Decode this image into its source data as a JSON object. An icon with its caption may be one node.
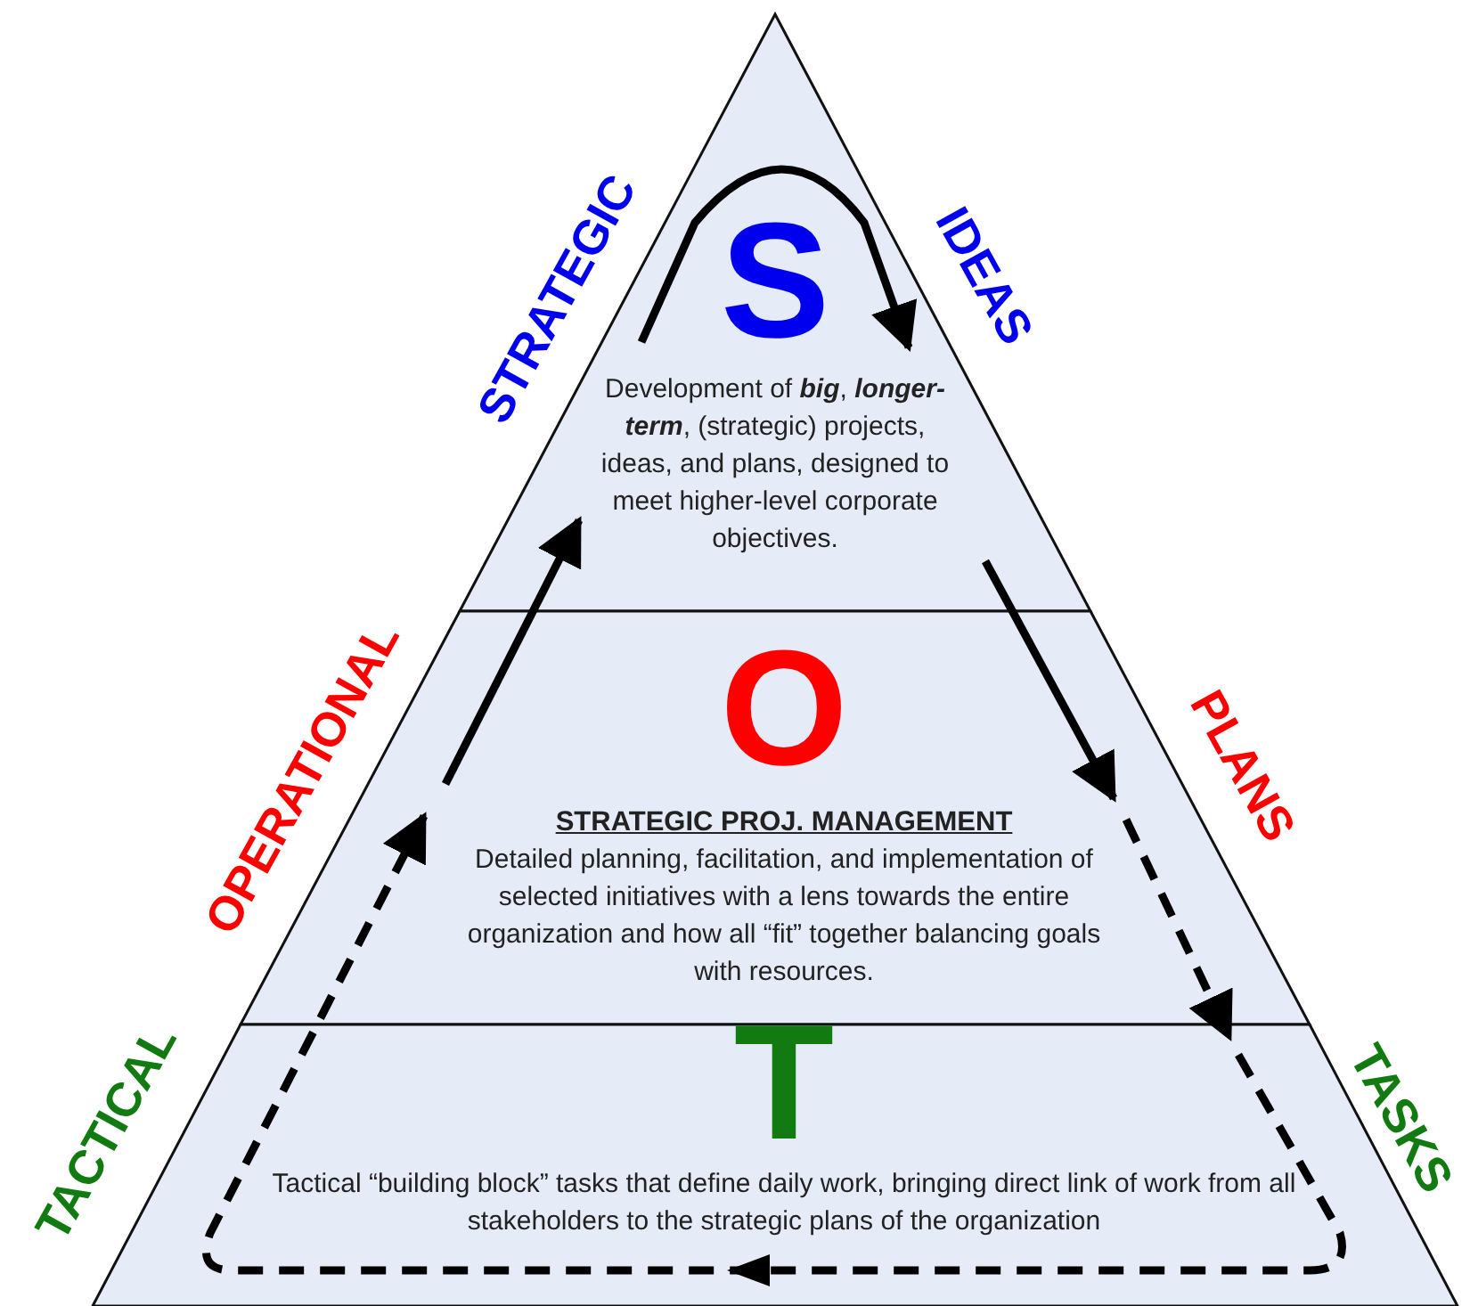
{
  "diagram": {
    "nodes": [
      {
        "text": [
          "S",
          "Development of **big**, **longer-term**, (strategic) projects, ideas, and plans, designed to meet higher-level corporate objectives."
        ]
      },
      {
        "text": [
          "O",
          "STRATEGIC PROJ. MANAGEMENT",
          "Detailed planning, facilitation, and implementation of selected initiatives with a lens towards the entire organization and how all “fit” together balancing goals with resources."
        ]
      },
      {
        "text": [
          "T",
          "Tactical “building block” tasks that define daily work, bringing direct link of work from all stakeholders to the strategic plans of the organization"
        ]
      }
    ],
    "edges": [
      {
        "from": 0,
        "to": 0,
        "arrow": "to"
      },
      {
        "from": 0,
        "to": 1,
        "arrow": "to"
      },
      {
        "from": 1,
        "to": 2,
        "arrow": "to",
        "style": "dashed"
      },
      {
        "from": 2,
        "to": 1,
        "arrow": "to",
        "style": "dashed"
      },
      {
        "from": 1,
        "to": 0,
        "arrow": "to"
      }
    ],
    "labels": [
      "STRATEGIC",
      "IDEAS",
      "OPERATIONAL",
      "PLANS",
      "TACTICAL",
      "TASKS"
    ]
  }
}
